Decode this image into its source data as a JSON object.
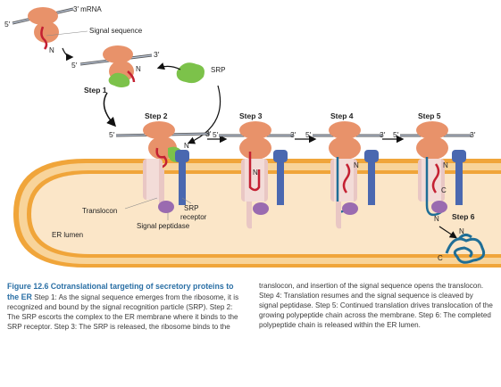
{
  "labels": {
    "mrna": "3′ mRNA",
    "five_prime": "5′",
    "three_prime": "3′",
    "signal_sequence": "Signal sequence",
    "srp": "SRP",
    "n": "N",
    "c": "C",
    "translocon": "Translocon",
    "srp_receptor": "SRP\nreceptor",
    "srp_receptor_line1": "SRP",
    "srp_receptor_line2": "receptor",
    "signal_peptidase": "Signal peptidase",
    "er_lumen": "ER lumen"
  },
  "steps": [
    "Step 1",
    "Step 2",
    "Step 3",
    "Step 4",
    "Step 5",
    "Step 6"
  ],
  "caption": {
    "figure_number": "Figure 12.6",
    "title": "Cotranslational targeting of secretory proteins to the ER",
    "left_text": "Step 1: As the signal sequence emerges from the ribosome, it is recognized and bound by the signal recognition particle (SRP). Step 2: The SRP escorts the complex to the ER membrane where it binds to the SRP receptor. Step 3: The SRP is released, the ribosome binds to the",
    "right_text": "translocon, and insertion of the signal sequence opens the translocon. Step 4: Translation resumes and the signal sequence is cleaved by signal peptidase. Step 5: Continued translation drives translocation of the growing polypeptide chain across the membrane. Step 6: The completed polypeptide chain is released within the ER lumen."
  },
  "colors": {
    "ribosome": "#e8926a",
    "srp": "#7cc24a",
    "er_membrane": "#f0a53a",
    "er_lumen": "#fbe6c8",
    "translocon": "#e9c7c4",
    "srp_receptor": "#4a68b0",
    "signal_peptidase": "#9a6bb0",
    "polypeptide": "#1f6e96",
    "signal_sequence": "#c42032",
    "caption_title": "#2a6fa5"
  }
}
